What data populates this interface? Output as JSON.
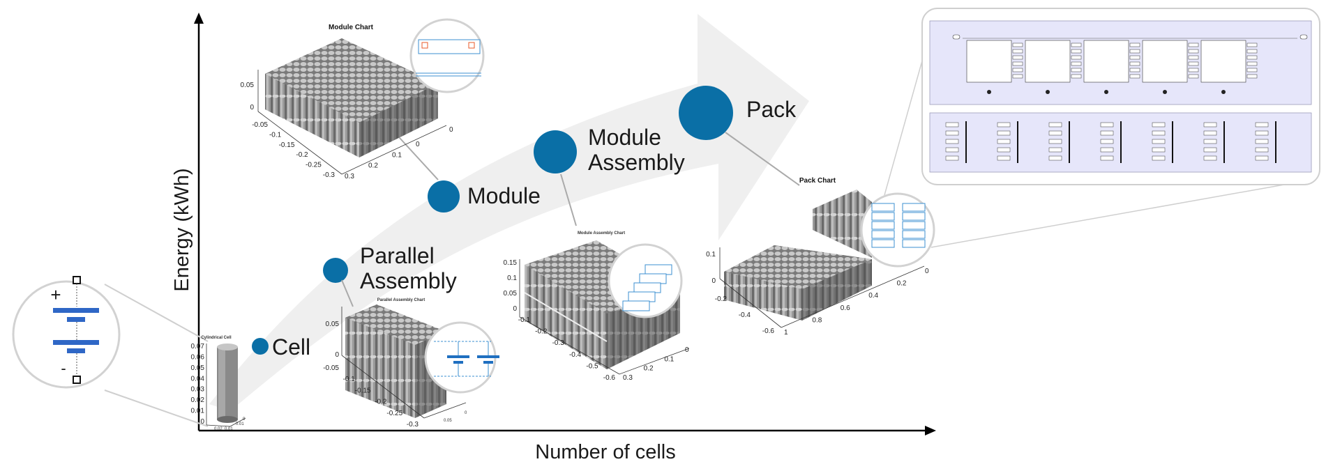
{
  "axes": {
    "y_label": "Energy (kWh)",
    "x_label": "Number of cells"
  },
  "stages": [
    {
      "label_lines": [
        "Cell"
      ]
    },
    {
      "label_lines": [
        "Parallel",
        "Assembly"
      ]
    },
    {
      "label_lines": [
        "Module"
      ]
    },
    {
      "label_lines": [
        "Module",
        "Assembly"
      ]
    },
    {
      "label_lines": [
        "Pack"
      ]
    }
  ],
  "charts": {
    "cell": {
      "title": "Cylindrical Cell",
      "z_ticks": [
        "0.07",
        "0.06",
        "0.05",
        "0.04",
        "0.03",
        "0.02",
        "0.01",
        "0"
      ],
      "x_ticks": [
        "0.02",
        "0.01",
        "0"
      ],
      "y_ticks": [
        "0",
        "0.01"
      ]
    },
    "parallel": {
      "title": "Parallel Assembly Chart",
      "z_ticks": [
        "0.05",
        "0"
      ],
      "x_ticks": [
        "-0.05",
        "-0.1",
        "-0.15",
        "-0.2",
        "-0.25",
        "-0.3"
      ],
      "y_ticks": [
        "0.05",
        "0"
      ]
    },
    "module": {
      "title": "Module Chart",
      "z_ticks": [
        "0.05",
        "0"
      ],
      "x_ticks": [
        "-0.05",
        "-0.1",
        "-0.15",
        "-0.2",
        "-0.25",
        "-0.3"
      ],
      "y_ticks": [
        "0.3",
        "0.2",
        "0.1",
        "0"
      ],
      "origin": "0"
    },
    "module_assembly": {
      "title": "Module Assembly Chart",
      "z_ticks": [
        "0.15",
        "0.1",
        "0.05",
        "0"
      ],
      "x_ticks": [
        "-0.1",
        "-0.2",
        "-0.3",
        "-0.4",
        "-0.5",
        "-0.6"
      ],
      "y_ticks": [
        "0.3",
        "0.2",
        "0.1",
        "0"
      ]
    },
    "pack": {
      "title": "Pack Chart",
      "z_ticks": [
        "0.1",
        "0"
      ],
      "x_ticks": [
        "-0.2",
        "-0.4",
        "-0.6"
      ],
      "y_ticks": [
        "1",
        "0.8",
        "0.6",
        "0.4",
        "0.2",
        "0"
      ]
    }
  },
  "schematic": {
    "battery_plus": "+",
    "battery_minus": "-"
  },
  "colors": {
    "dot": "#0a6fa6",
    "arrow": "#efefef",
    "battery": "#2f67c6",
    "bar": "#8c8c8c",
    "bar_dark": "#4a4a4a",
    "bar_top": "#c8c8c8",
    "model_bg": "#e6e6fa"
  }
}
